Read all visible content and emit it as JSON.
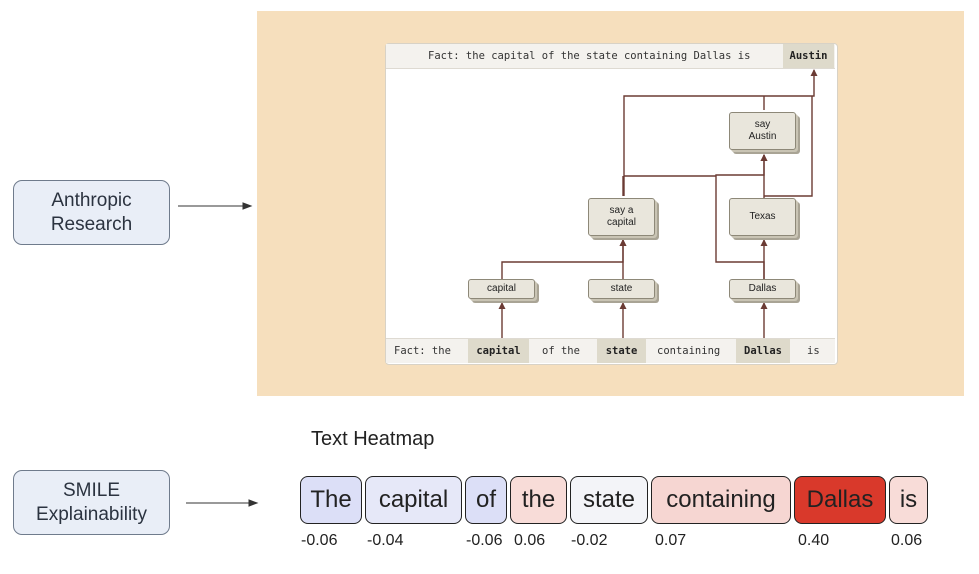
{
  "labels": {
    "anthropic": [
      "Anthropic",
      "Research"
    ],
    "smile": [
      "SMILE",
      "Explainability"
    ]
  },
  "attribution_graph": {
    "fact_top_text": "Fact: the capital of the state containing Dallas is",
    "answer": "Austin",
    "prompt_tokens": [
      "Fact: the",
      "capital",
      "of the",
      "state",
      "containing",
      "Dallas",
      "is"
    ],
    "highlighted_tokens": [
      "capital",
      "state",
      "Dallas"
    ],
    "nodes": {
      "capital": [
        "capital"
      ],
      "state": [
        "state"
      ],
      "dallas": [
        "Dallas"
      ],
      "say_capital": [
        "say a",
        "capital"
      ],
      "texas": [
        "Texas"
      ],
      "say_austin": [
        "say",
        "Austin"
      ]
    }
  },
  "heatmap": {
    "title": "Text Heatmap",
    "tokens": [
      {
        "text": "The",
        "score": "-0.06",
        "color": "#dcdff7"
      },
      {
        "text": "capital",
        "score": "-0.04",
        "color": "#e6e8f8"
      },
      {
        "text": "of",
        "score": "-0.06",
        "color": "#dcdff7"
      },
      {
        "text": "the",
        "score": "0.06",
        "color": "#f8dcd8"
      },
      {
        "text": "state",
        "score": "-0.02",
        "color": "#f3f4f8"
      },
      {
        "text": "containing",
        "score": "0.07",
        "color": "#f6d6d2"
      },
      {
        "text": "Dallas",
        "score": "0.40",
        "color": "#d9392b"
      },
      {
        "text": "is",
        "score": "0.06",
        "color": "#f8dcd8"
      }
    ]
  },
  "colors": {
    "edge": "#6b3b34",
    "panel": "#f6dfbd",
    "label_fill": "#e9eef7"
  }
}
